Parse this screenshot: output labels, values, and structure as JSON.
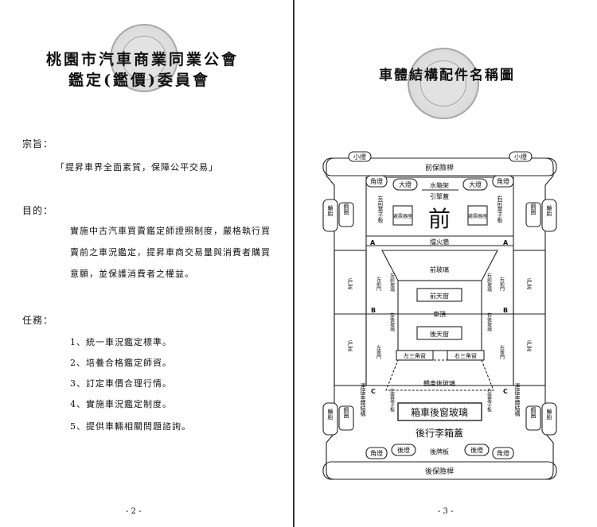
{
  "left_page": {
    "title_line1": "桃園市汽車商業同業公會",
    "title_line2": "鑑定(鑑價)委員會",
    "purpose_label": "宗旨：",
    "purpose_text": "「提昇車界全面素質，保障公平交易」",
    "objective_label": "目的：",
    "objective_lines": [
      "實施中古汽車買賣鑑定師證照制度，嚴格執行買",
      "賣前之車況鑑定，提昇車商交易量與消費者購買",
      "意願，並保護消費者之權益。"
    ],
    "tasks_label": "任務：",
    "tasks": [
      "1、統一車況鑑定標準。",
      "2、培養合格鑑定師資。",
      "3、訂定車價合理行情。",
      "4、實施車況鑑定制度。",
      "5、提供車輛相關問題諮詢。"
    ],
    "page_number": "- 2 -"
  },
  "right_page": {
    "title": "車體結構配件名稱圖",
    "page_number": "- 3 -",
    "diagram": {
      "front_bumper": "前保險桿",
      "rear_bumper": "後保險桿",
      "small_lamp": "小燈",
      "corner_lamp": "角燈",
      "headlight": "大燈",
      "radiator_frame": "水箱架",
      "engine_hood": "引擎蓋",
      "front_big": "前",
      "left_front_fender": "左前葉子板",
      "right_front_fender": "右前葉子板",
      "wheel_hub": "輪胎",
      "steel_rim": "鋼圈",
      "shock_absorber": "避震器座",
      "firewall": "擋火牆",
      "front_windshield": "前玻璃",
      "sunroof": "前天窗",
      "roof": "車頂",
      "rear_sunroof": "後天窗",
      "door": "戶定",
      "left_front_door": "左前門",
      "right_front_door": "右前門",
      "left_rear_door": "左後門",
      "right_rear_door": "右後門",
      "left_front_glass": "左前玻璃",
      "right_front_glass": "右前玻璃",
      "left_rear_glass": "左後玻璃",
      "right_rear_glass": "右後玻璃",
      "left_triangle_window": "左三角窗",
      "right_triangle_window": "右三角窗",
      "rear_glass": "轎車後玻璃",
      "hatch_glass": "箱車後窗玻璃",
      "trunk_lid": "後行李箱蓋",
      "rear_lamp": "後燈",
      "plate_board": "後牌板",
      "rear_connect_left": "連接車體結構",
      "rear_connect_right": "連接車體結構",
      "left_rear_fender": "左後葉子板",
      "right_rear_fender": "右後葉子板",
      "pillar_a_left": "A",
      "pillar_a_right": "A",
      "pillar_b_left": "B",
      "pillar_b_right": "B",
      "pillar_c_left": "C",
      "pillar_c_right": "C"
    }
  }
}
